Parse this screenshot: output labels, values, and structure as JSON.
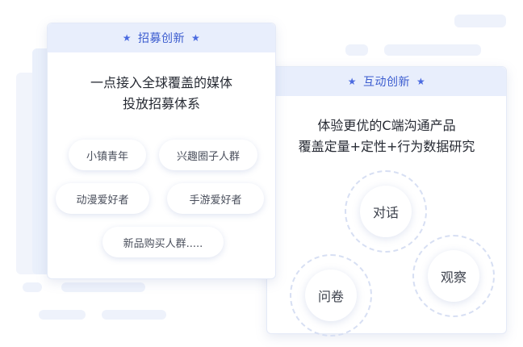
{
  "left_card": {
    "title": "招募创新",
    "text_line1": "一点接入全球覆盖的媒体",
    "text_line2": "投放招募体系",
    "tags": [
      "小镇青年",
      "兴趣圈子人群",
      "动漫爱好者",
      "手游爱好者",
      "新品购买人群....."
    ]
  },
  "right_card": {
    "title": "互动创新",
    "text_line1": "体验更优的C端沟通产品",
    "text_line2": "覆盖定量+定性+行为数据研究",
    "bubbles": [
      "对话",
      "观察",
      "问卷"
    ]
  },
  "star_icon": "★",
  "colors": {
    "accent": "#3b5ccf",
    "header_bg": "#e8eefc",
    "deco": "#eef2fb"
  }
}
